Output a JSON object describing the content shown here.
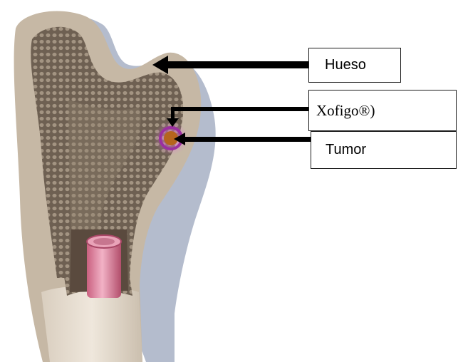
{
  "labels": {
    "hueso": "Hueso",
    "xofigo": "Xofigo®)",
    "tumor": "Tumor"
  },
  "colors": {
    "bone_outer": "#c9bcaa",
    "bone_shadow": "#aab4c7",
    "bone_inner": "#7f7061",
    "marrow_canal": "#8a5563",
    "tumor": "#b5651d",
    "tumor_ring": "#9b2fa0",
    "arrow": "#000000"
  },
  "icons": [
    "bone-illustration",
    "marrow-cylinder",
    "tumor-spot",
    "arrow-left"
  ]
}
